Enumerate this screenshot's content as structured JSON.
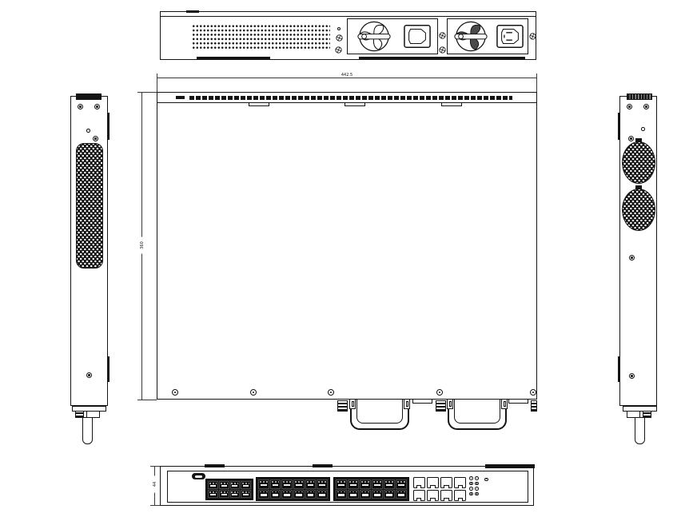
{
  "drawing": {
    "subject": "1U rack-mount network switch - orthographic engineering views (rear, top, left side, right side, front)",
    "dimensions": {
      "width": "442.5",
      "depth": "360",
      "height": "44"
    },
    "rear_panel": {
      "psu_modules": 2,
      "vent": "perforated-dot-grid"
    },
    "top_panel": {
      "screw_count": 5,
      "psu_handles": 2
    },
    "front_panel": {
      "sfp_blocks": [
        {
          "cols": 4,
          "rows": 2
        },
        {
          "cols": 6,
          "rows": 2
        },
        {
          "cols": 6,
          "rows": 2
        }
      ],
      "rj45_block": {
        "cols": 4,
        "rows": 2
      },
      "led_matrix": {
        "cols": 2,
        "rows": 4,
        "extra": 1
      }
    },
    "icons": {
      "fan": "fan-icon",
      "power_inlet": "power-inlet-icon",
      "screw": "screw-icon",
      "console_port": "console-port-icon"
    },
    "colors": {
      "line": "#141414",
      "fill_dark": "#161616",
      "background": "#ffffff"
    }
  }
}
